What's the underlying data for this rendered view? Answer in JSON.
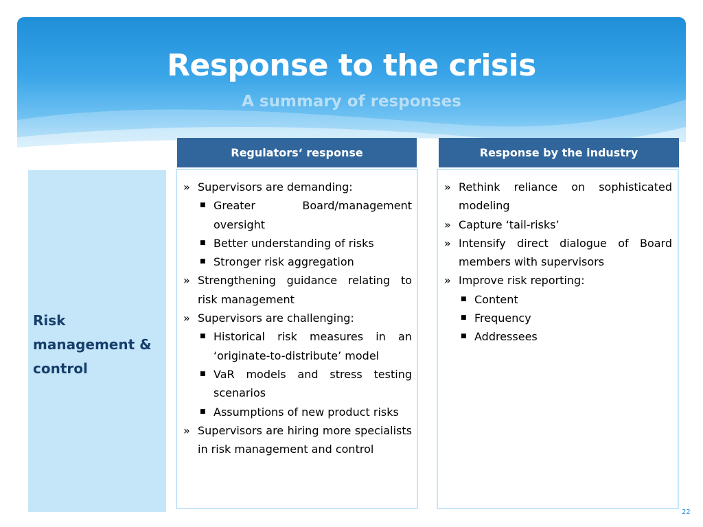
{
  "slide": {
    "title": "Response to the crisis",
    "subtitle": "A summary of responses",
    "page_number": "22"
  },
  "columns": {
    "regulators": {
      "header": "Regulators‘ response",
      "items": [
        {
          "level": 1,
          "text": "Supervisors are demanding:"
        },
        {
          "level": 2,
          "text": "Greater Board/management oversight"
        },
        {
          "level": 2,
          "text": "Better understanding of risks"
        },
        {
          "level": 2,
          "text": "Stronger risk aggregation"
        },
        {
          "level": 1,
          "text": "Strengthening guidance relating to risk management"
        },
        {
          "level": 1,
          "text": "Supervisors are challenging:"
        },
        {
          "level": 2,
          "text": "Historical risk measures in an ‘originate-to-distribute’ model"
        },
        {
          "level": 2,
          "text": "VaR models and stress testing scenarios"
        },
        {
          "level": 2,
          "text": "Assumptions of new product risks"
        },
        {
          "level": 1,
          "text": "Supervisors are hiring more specialists in risk management and control"
        }
      ]
    },
    "industry": {
      "header": "Response by the industry",
      "items": [
        {
          "level": 1,
          "text": "Rethink reliance on sophisticated modeling"
        },
        {
          "level": 1,
          "text": "Capture ‘tail-risks’"
        },
        {
          "level": 1,
          "text": "Intensify direct dialogue of Board members with supervisors"
        },
        {
          "level": 1,
          "text": "Improve risk reporting:"
        },
        {
          "level": 2,
          "text": "Content"
        },
        {
          "level": 2,
          "text": "Frequency"
        },
        {
          "level": 2,
          "text": "Addressees"
        }
      ]
    }
  },
  "row": {
    "label": "Risk management & control"
  },
  "markers": {
    "level1": "»",
    "level2": "■"
  },
  "colors": {
    "banner": "#1f8fd9",
    "header_fill": "#31669c",
    "label_fill": "#c5e6f9",
    "label_text": "#173f6b"
  }
}
